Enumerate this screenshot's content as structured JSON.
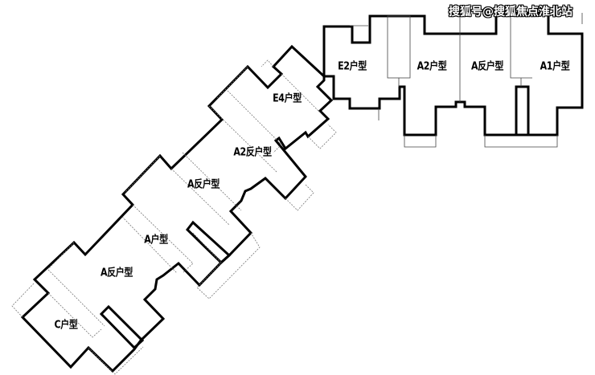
{
  "watermark": "搜狐号@搜狐焦点淮北站",
  "units": {
    "e2": "E2户型",
    "a2": "A2户型",
    "a_rev_top": "A反户型",
    "a1": "A1户型",
    "e4": "E4户型",
    "a2_rev": "A2反户型",
    "a_rev_mid": "A反户型",
    "a": "A户型",
    "a_rev_low": "A反户型",
    "c": "C户型"
  }
}
